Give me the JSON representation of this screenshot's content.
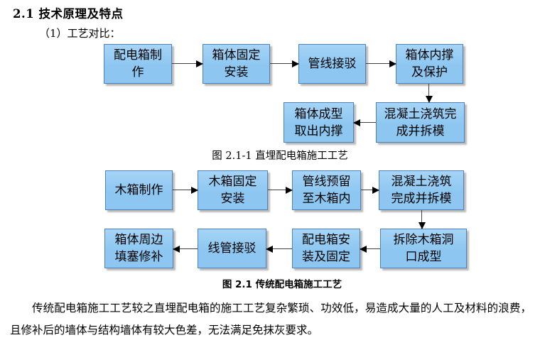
{
  "heading": "2.1 技术原理及特点",
  "subheading": "（1）工艺对比：",
  "colors": {
    "box_fill": "#8dc7f1",
    "box_border": "#4f81bd",
    "arrow_color": "#000000"
  },
  "flow1": {
    "caption": "图 2.1-1 直埋配电箱施工工艺",
    "boxes": [
      "配电箱制\n作",
      "箱体固定\n安装",
      "管线接驳",
      "箱体内撑\n及保护",
      "混凝土浇筑完\n成并拆模",
      "箱体成型\n取出内撑"
    ]
  },
  "flow2": {
    "caption": "图 2.1 传统配电箱施工工艺",
    "boxes": [
      "木箱制作",
      "木箱固定\n安装",
      "管线预留\n至木箱内",
      "混凝土浇筑\n完成并拆模",
      "拆除木箱洞\n口成型",
      "配电箱安\n装及固定",
      "线管接驳",
      "箱体周边\n填塞修补"
    ]
  },
  "paragraph": "传统配电箱施工工艺较之直埋配电箱的施工工艺复杂繁琐、功效低，易造成大量的人工及材料的浪费，且修补后的墙体与结构墙体有较大色差，无法满足免抹灰要求。"
}
